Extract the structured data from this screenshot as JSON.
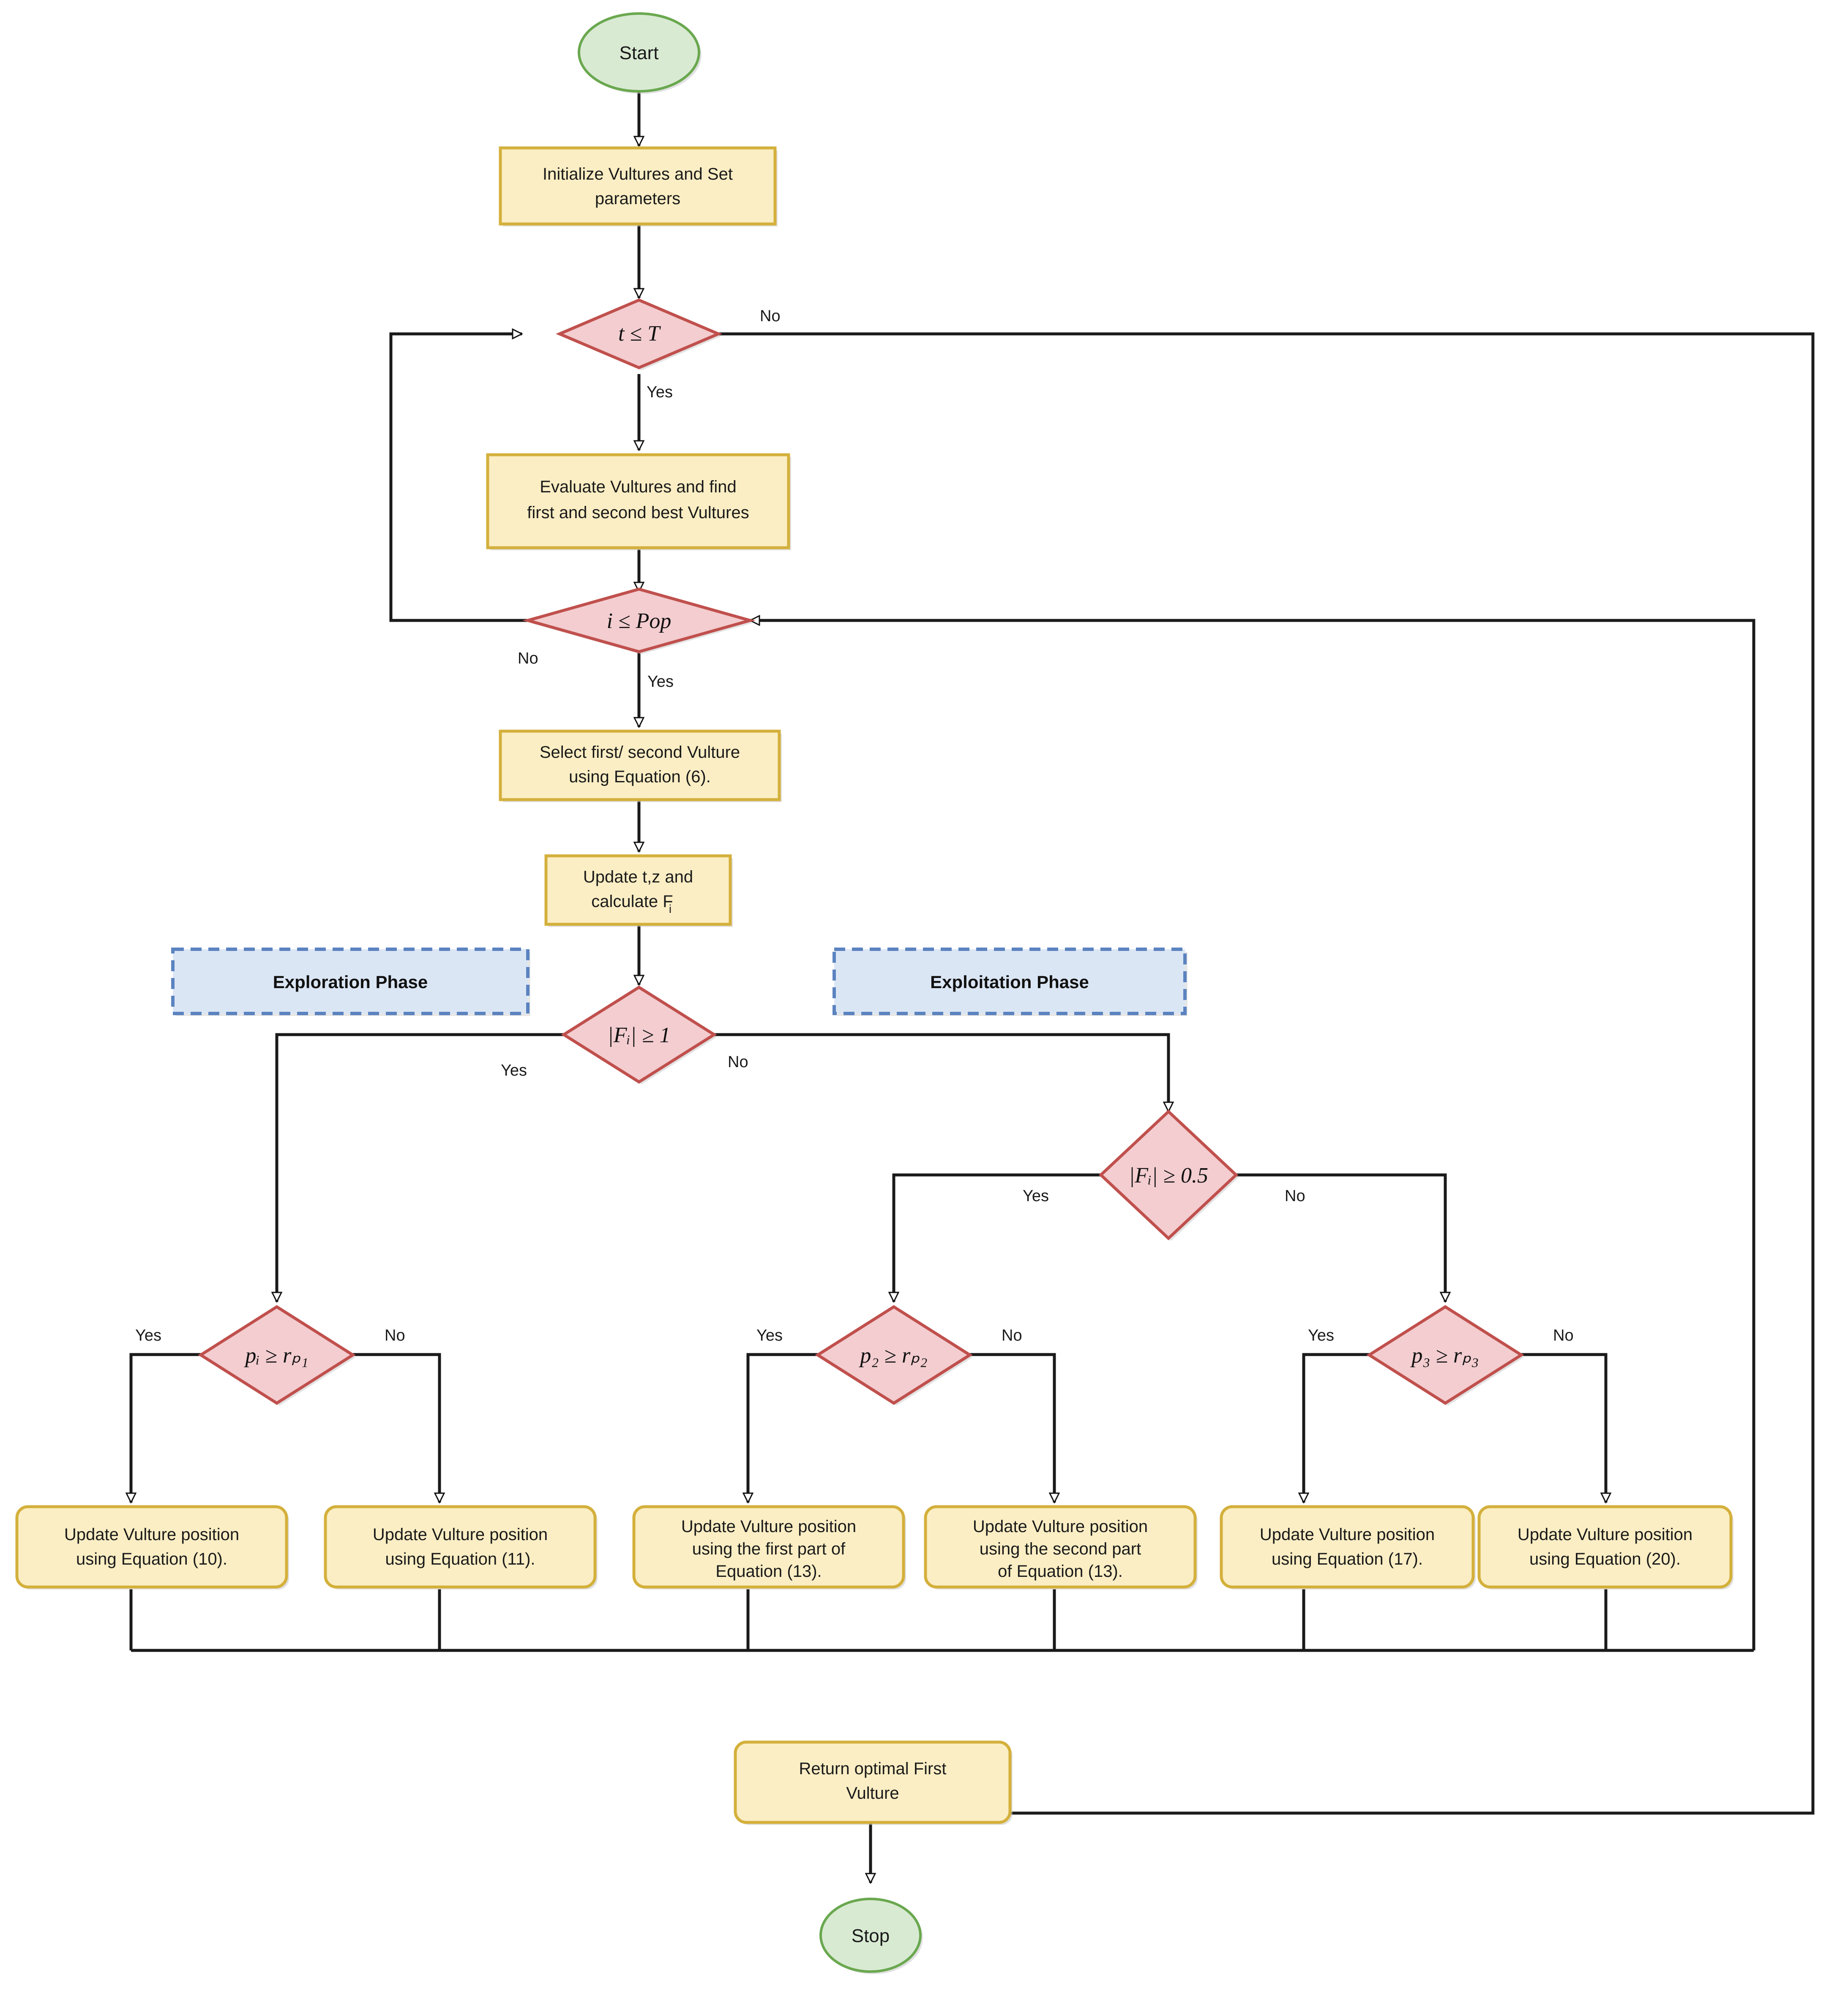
{
  "diagram": {
    "type": "flowchart",
    "title": "African Vultures Optimization Algorithm flowchart",
    "colors": {
      "process_fill": "#fbeec4",
      "process_stroke": "#d4b03c",
      "decision_fill": "#f3cdd0",
      "decision_stroke": "#c0504d",
      "terminator_fill": "#d9ead3",
      "terminator_stroke": "#6aa84f",
      "phase_fill": "#dbe6f5",
      "phase_stroke": "#5b83c0",
      "connector": "#1a1a1a",
      "shadow": "#c8c8c8"
    }
  },
  "nodes": {
    "start": {
      "label": "Start",
      "shape": "terminator"
    },
    "init": {
      "label_line1": "Initialize Vultures and Set",
      "label_line2": "parameters",
      "shape": "process"
    },
    "cond_t": {
      "label": "t ≤ T",
      "shape": "decision"
    },
    "evaluate": {
      "label_line1": "Evaluate Vultures and find",
      "label_line2": "first and second best Vultures",
      "shape": "process"
    },
    "cond_pop": {
      "label": "i ≤ Pop",
      "shape": "decision"
    },
    "select": {
      "label_line1": "Select first/ second Vulture",
      "label_line2": "using Equation (6).",
      "shape": "process"
    },
    "update_tz": {
      "label_line1": "Update t,z and",
      "label_line2": "calculate F",
      "label_sub": "i",
      "shape": "process"
    },
    "cond_f1": {
      "label": "|Fᵢ| ≥ 1",
      "shape": "decision"
    },
    "cond_f05": {
      "label": "|Fᵢ| ≥ 0.5",
      "shape": "decision"
    },
    "cond_p1": {
      "label": "pᵢ ≥ rₚ₁",
      "shape": "decision"
    },
    "cond_p2": {
      "label": "p₂ ≥ rₚ₂",
      "shape": "decision"
    },
    "cond_p3": {
      "label": "p₃ ≥ rₚ₃",
      "shape": "decision"
    },
    "act_eq10": {
      "label_line1": "Update Vulture position",
      "label_line2": "using Equation (10).",
      "shape": "process-rounded"
    },
    "act_eq11": {
      "label_line1": "Update Vulture position",
      "label_line2": "using Equation (11).",
      "shape": "process-rounded"
    },
    "act_eq13a": {
      "label_line1": "Update Vulture position",
      "label_line2": "using the first part of",
      "label_line3": "Equation (13).",
      "shape": "process-rounded"
    },
    "act_eq13b": {
      "label_line1": "Update Vulture position",
      "label_line2": "using the second part",
      "label_line3": "of  Equation (13).",
      "shape": "process-rounded"
    },
    "act_eq17": {
      "label_line1": "Update Vulture position",
      "label_line2": "using Equation (17).",
      "shape": "process-rounded"
    },
    "act_eq20": {
      "label_line1": "Update Vulture position",
      "label_line2": "using Equation (20).",
      "shape": "process-rounded"
    },
    "return_best": {
      "label_line1": "Return optimal First",
      "label_line2": "Vulture",
      "shape": "process-rounded"
    },
    "stop": {
      "label": "Stop",
      "shape": "terminator"
    },
    "phase_exploration": {
      "label": "Exploration Phase",
      "shape": "phase-annotation"
    },
    "phase_exploitation": {
      "label": "Exploitation Phase",
      "shape": "phase-annotation"
    }
  },
  "edge_labels": {
    "t_no": "No",
    "t_yes": "Yes",
    "pop_no": "No",
    "pop_yes": "Yes",
    "f1_yes": "Yes",
    "f1_no": "No",
    "f05_yes": "Yes",
    "f05_no": "No",
    "p1_yes": "Yes",
    "p1_no": "No",
    "p2_yes": "Yes",
    "p2_no": "No",
    "p3_yes": "Yes",
    "p3_no": "No"
  }
}
